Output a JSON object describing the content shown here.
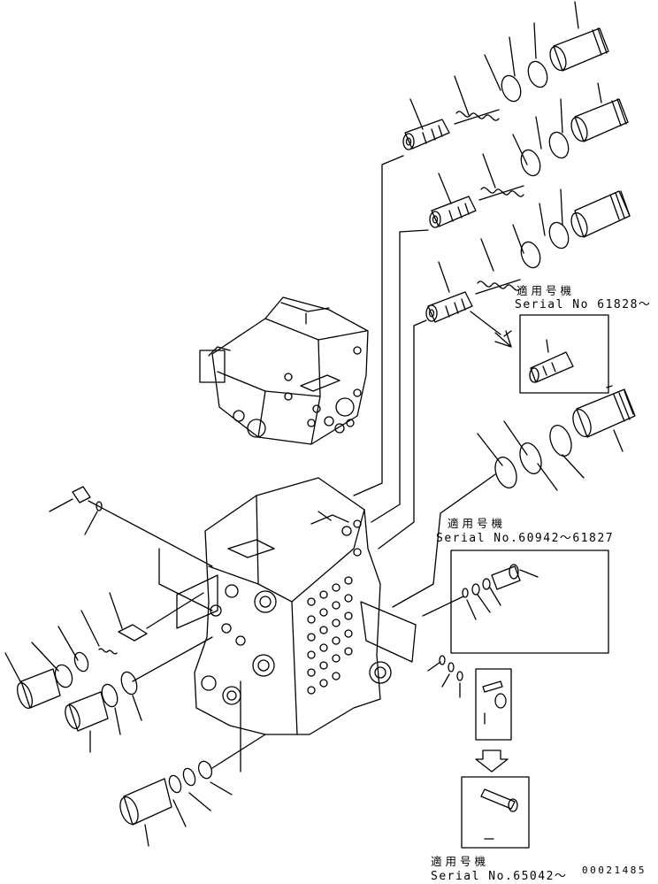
{
  "callouts": [
    {
      "heading": "適用号機",
      "serial": "Serial No 61828～"
    },
    {
      "heading": "適用号機",
      "serial": "Serial No.60942～61827"
    },
    {
      "heading": "適用号機",
      "serial": "Serial No.65042～"
    }
  ],
  "drawing_number": "00021485"
}
